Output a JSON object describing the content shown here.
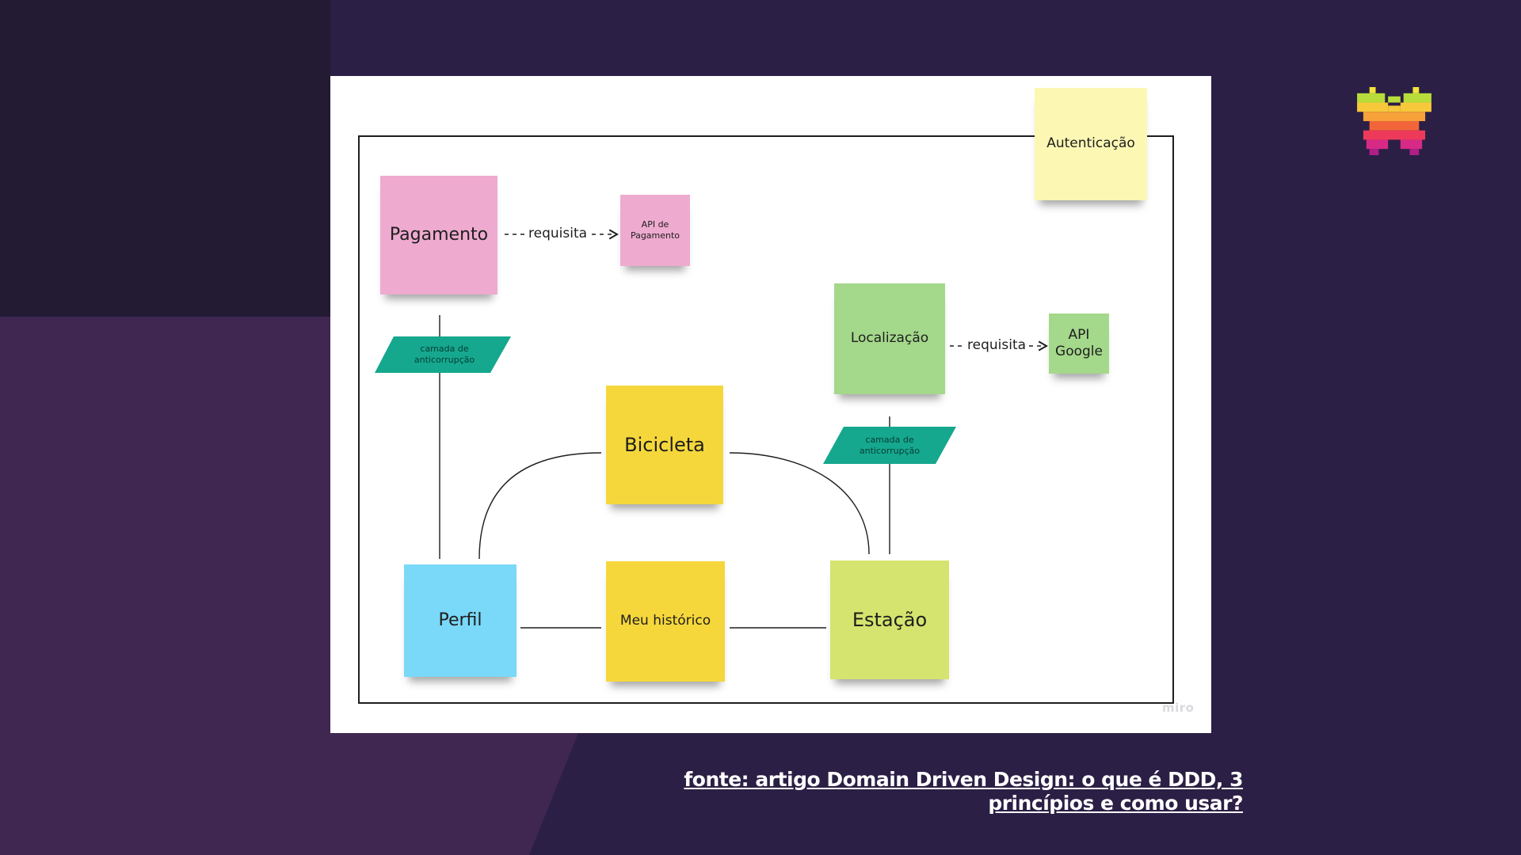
{
  "diagram": {
    "watermark": "miro",
    "nodes": {
      "pagamento": "Pagamento",
      "api_pagamento": "API de Pagamento",
      "autenticacao": "Autenticação",
      "localizacao": "Localização",
      "api_google": "API Google",
      "bicicleta": "Bicicleta",
      "perfil": "Perfil",
      "meu_historico": "Meu histórico",
      "estacao": "Estação"
    },
    "anticorruption_left": "camada de anticorrupção",
    "anticorruption_right": "camada de anticorrupção",
    "edge_label_pagamento": "requisita",
    "edge_label_localizacao": "requisita"
  },
  "source": {
    "text": "fonte: artigo Domain Driven Design: o que é DDD, 3 princípios e como usar?"
  },
  "colors": {
    "pink": "#eeaacf",
    "yellow_light": "#fcf7b3",
    "yellow": "#f6d73b",
    "green": "#a4d88b",
    "lime": "#d4e46e",
    "cyan": "#7ad8f8",
    "teal": "#15a88e",
    "background": "#251b38"
  },
  "logo": {
    "icon": "butterfly-icon"
  }
}
